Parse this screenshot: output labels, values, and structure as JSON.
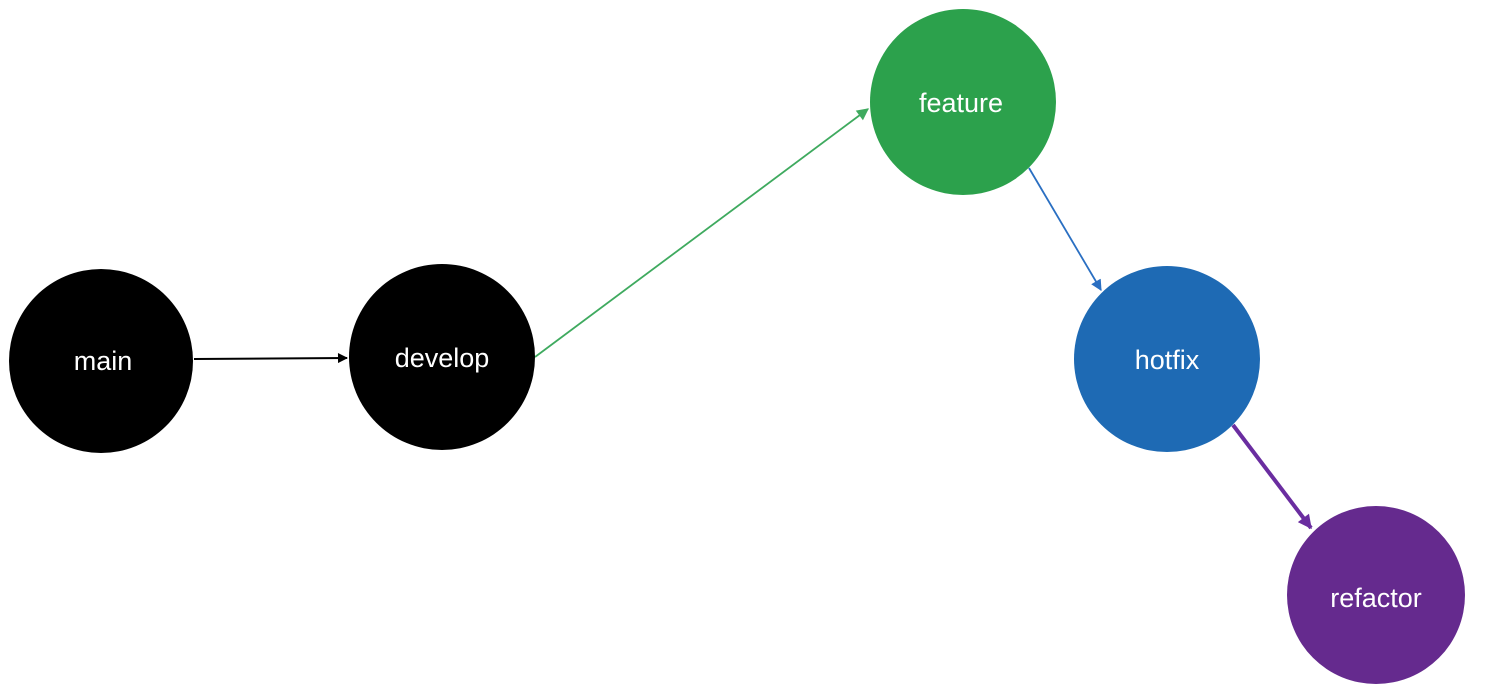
{
  "canvas": {
    "background": "#ffffff"
  },
  "diagram": {
    "kind": "branch-graph",
    "nodes": [
      {
        "id": "main",
        "label": "main",
        "fill": "#000000",
        "label_color": "#ffffff"
      },
      {
        "id": "develop",
        "label": "develop",
        "fill": "#000000",
        "label_color": "#ffffff"
      },
      {
        "id": "feature",
        "label": "feature",
        "fill": "#2CA14C",
        "label_color": "#ffffff"
      },
      {
        "id": "hotfix",
        "label": "hotfix",
        "fill": "#1E6AB4",
        "label_color": "#ffffff"
      },
      {
        "id": "refactor",
        "label": "refactor",
        "fill": "#652A8E",
        "label_color": "#ffffff"
      }
    ],
    "edges": [
      {
        "from": "main",
        "to": "develop",
        "color": "#000000"
      },
      {
        "from": "develop",
        "to": "feature",
        "color": "#3FAA5F"
      },
      {
        "from": "feature",
        "to": "hotfix",
        "color": "#2A6FC2"
      },
      {
        "from": "hotfix",
        "to": "refactor",
        "color": "#6A2DA0"
      }
    ]
  }
}
